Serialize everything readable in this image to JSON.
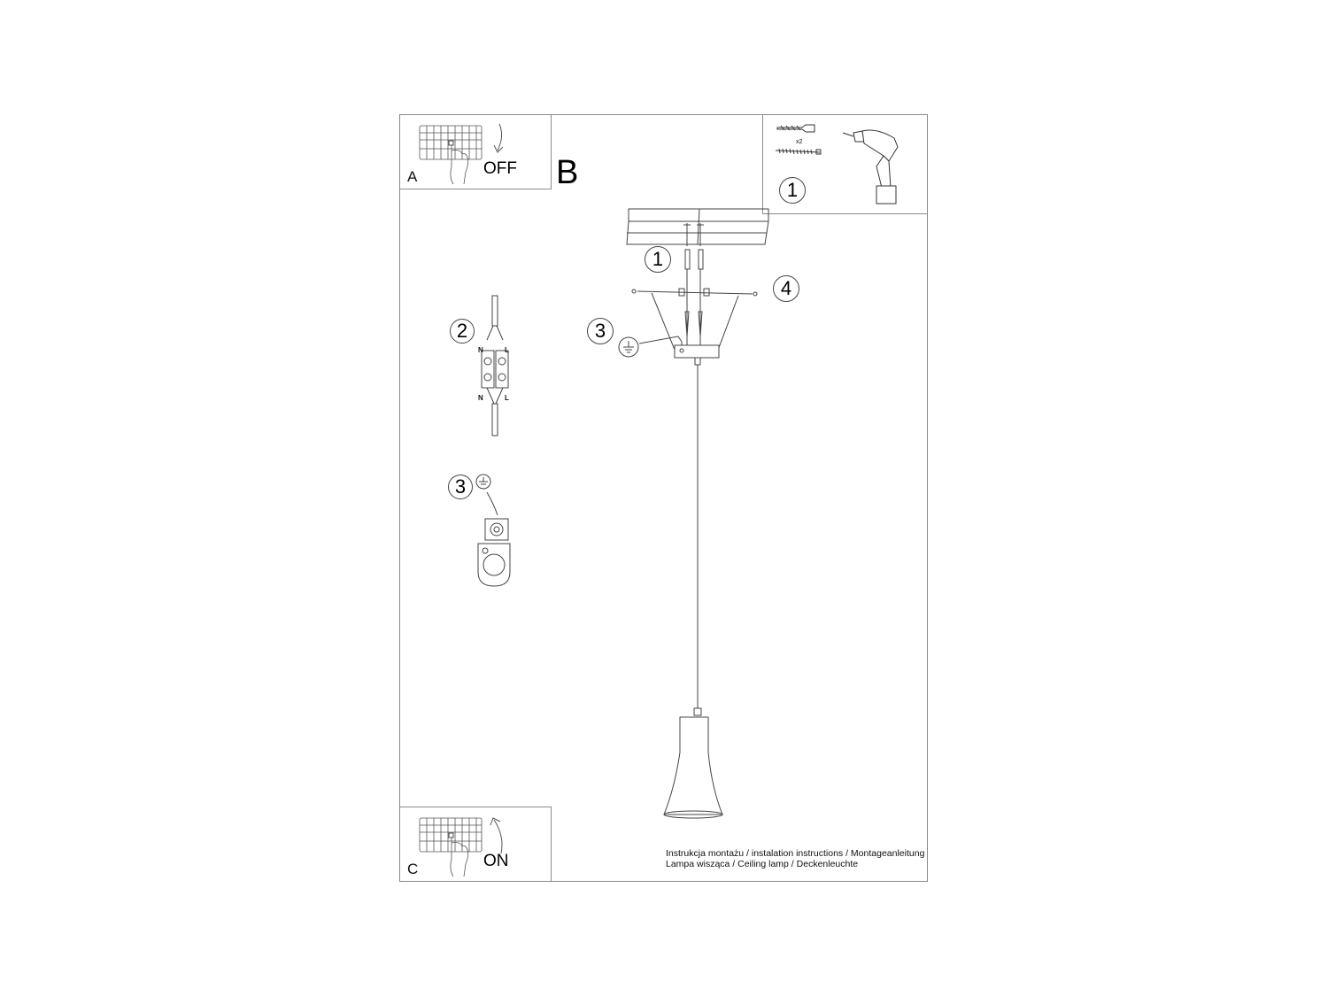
{
  "sheet": {
    "panel_a": {
      "letter": "A",
      "state": "OFF",
      "icon": "breaker-switch-off-icon"
    },
    "panel_b": {
      "letter": "B"
    },
    "panel_c": {
      "letter": "C",
      "state": "ON",
      "icon": "breaker-switch-on-icon"
    },
    "tools_panel": {
      "step": "1",
      "quantity": "x2",
      "icons": [
        "wall-plug-icon",
        "screw-icon",
        "drill-icon"
      ]
    },
    "main_diagram": {
      "callouts": [
        "1",
        "3",
        "4"
      ],
      "ground_symbol": "earth-ground-icon",
      "parts": [
        "ceiling",
        "wall-plugs",
        "mounting-bracket",
        "screws",
        "canopy",
        "cable",
        "lamp-shade"
      ]
    },
    "step_2": {
      "number": "2",
      "terminal_labels_top": [
        "N",
        "L"
      ],
      "terminal_labels_bottom": [
        "N",
        "L"
      ]
    },
    "step_3": {
      "number": "3",
      "ground_symbol": "earth-ground-icon"
    },
    "caption": {
      "line1": "Instrukcja montażu / instalation instructions / Montageanleitung",
      "line2": "Lampa wisząca / Ceiling lamp / Deckenleuchte"
    }
  },
  "colors": {
    "line": "#444444",
    "frame": "#8a8a8a",
    "background": "#ffffff"
  }
}
